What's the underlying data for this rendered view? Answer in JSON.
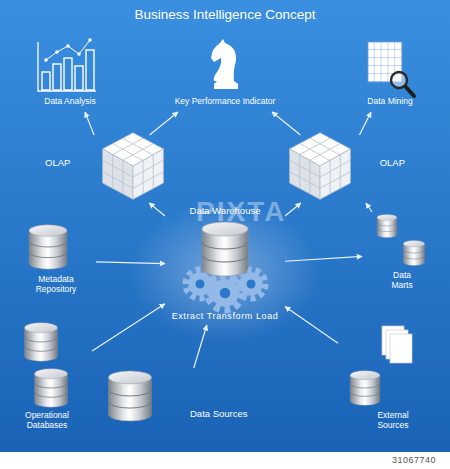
{
  "diagram": {
    "title": "Business Intelligence Concept",
    "nodes": [
      {
        "text": [
          "Data Analysis"
        ]
      },
      {
        "text": [
          "Key Performance Indicator"
        ]
      },
      {
        "text": [
          "Data Mining"
        ]
      },
      {
        "text": [
          "OLAP"
        ]
      },
      {
        "text": [
          "OLAP"
        ]
      },
      {
        "text": [
          "Data Warehouse",
          "Extract Transform Load"
        ]
      },
      {
        "text": [
          "Metadata Repository"
        ]
      },
      {
        "text": [
          "Data Marts"
        ]
      },
      {
        "text": [
          "Operational Databases"
        ]
      },
      {
        "text": [
          "Data Sources"
        ]
      },
      {
        "text": [
          "External Sources"
        ]
      }
    ],
    "edges": [
      {
        "from": 5,
        "to": 3,
        "arrow": "to"
      },
      {
        "from": 5,
        "to": 4,
        "arrow": "to"
      },
      {
        "from": 3,
        "to": 0,
        "arrow": "to"
      },
      {
        "from": 3,
        "to": 1,
        "arrow": "to"
      },
      {
        "from": 4,
        "to": 1,
        "arrow": "to"
      },
      {
        "from": 4,
        "to": 2,
        "arrow": "to"
      },
      {
        "from": 5,
        "to": 7,
        "arrow": "to"
      },
      {
        "from": 7,
        "to": 4,
        "arrow": "to"
      },
      {
        "from": 6,
        "to": 5,
        "arrow": "to"
      },
      {
        "from": 8,
        "to": 5,
        "arrow": "to"
      },
      {
        "from": 9,
        "to": 5,
        "arrow": "to"
      },
      {
        "from": 10,
        "to": 5,
        "arrow": "to"
      }
    ],
    "labels": [
      "PIXTA",
      "31067740"
    ]
  }
}
